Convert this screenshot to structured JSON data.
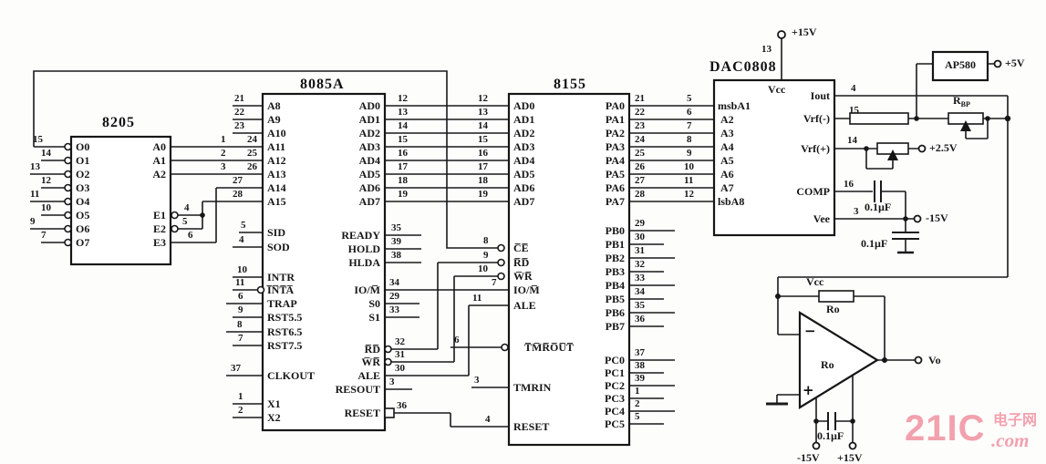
{
  "u8205": {
    "title": "8205",
    "o": [
      {
        "n": "15",
        "l": "O0"
      },
      {
        "n": "14",
        "l": "O1"
      },
      {
        "n": "13",
        "l": "O2"
      },
      {
        "n": "12",
        "l": "O3"
      },
      {
        "n": "11",
        "l": "O4"
      },
      {
        "n": "10",
        "l": "O5"
      },
      {
        "n": "9",
        "l": "O6"
      },
      {
        "n": "7",
        "l": "O7"
      }
    ],
    "a": [
      {
        "n": "1",
        "l": "A0"
      },
      {
        "n": "2",
        "l": "A1"
      },
      {
        "n": "3",
        "l": "A2"
      }
    ],
    "e": [
      {
        "n": "4",
        "l": "E1"
      },
      {
        "n": "5",
        "l": "E2"
      },
      {
        "n": "6",
        "l": "E3"
      }
    ]
  },
  "u8085": {
    "title": "8085A",
    "al": [
      {
        "n": "21",
        "l": "A8"
      },
      {
        "n": "22",
        "l": "A9"
      },
      {
        "n": "23",
        "l": "A10"
      },
      {
        "n": "24",
        "l": "A11"
      },
      {
        "n": "25",
        "l": "A12"
      },
      {
        "n": "26",
        "l": "A13"
      },
      {
        "n": "27",
        "l": "A14"
      },
      {
        "n": "28",
        "l": "A15"
      }
    ],
    "sid": {
      "n": "5",
      "l": "SID"
    },
    "sod": {
      "n": "4",
      "l": "SOD"
    },
    "ints": [
      {
        "n": "10",
        "l": "INTR"
      },
      {
        "n": "11",
        "l": "I̅N̅T̅A̅"
      },
      {
        "n": "6",
        "l": "TRAP"
      },
      {
        "n": "9",
        "l": "RST5.5"
      },
      {
        "n": "8",
        "l": "RST6.5"
      },
      {
        "n": "7",
        "l": "RST7.5"
      }
    ],
    "clkout": {
      "n": "37",
      "l": "CLKOUT"
    },
    "x": [
      {
        "n": "1",
        "l": "X1"
      },
      {
        "n": "2",
        "l": "X2"
      }
    ],
    "ad": [
      "AD0",
      "AD1",
      "AD2",
      "AD3",
      "AD4",
      "AD5",
      "AD6",
      "AD7"
    ],
    "hold": [
      {
        "n": "35",
        "l": "READY"
      },
      {
        "n": "39",
        "l": "HOLD"
      },
      {
        "n": "38",
        "l": "HLDA"
      }
    ],
    "iom": {
      "n": "34",
      "l": "IO/M̅"
    },
    "s": [
      {
        "n": "29",
        "l": "S0"
      },
      {
        "n": "33",
        "l": "S1"
      }
    ],
    "ctr": [
      {
        "n": "32",
        "l": "R̅D̅"
      },
      {
        "n": "31",
        "l": "W̅R̅"
      },
      {
        "n": "30",
        "l": "ALE"
      },
      {
        "n": "3",
        "l": "RESOUT"
      },
      {
        "n": "36",
        "l": "RESET"
      }
    ]
  },
  "bus": {
    "l": [
      "12",
      "13",
      "14",
      "15",
      "16",
      "17",
      "18",
      "19"
    ],
    "r": [
      "12",
      "13",
      "14",
      "15",
      "16",
      "17",
      "18",
      "19"
    ]
  },
  "u8155": {
    "title": "8155",
    "ad": [
      "AD0",
      "AD1",
      "AD2",
      "AD3",
      "AD4",
      "AD5",
      "AD6",
      "AD7"
    ],
    "ctl": [
      {
        "n": "8",
        "l": "C̅E̅"
      },
      {
        "n": "9",
        "l": "R̅D̅"
      },
      {
        "n": "10",
        "l": "W̅R̅"
      },
      {
        "n": "7",
        "l": "IO/M̅"
      },
      {
        "n": "11",
        "l": "ALE"
      },
      {
        "n": "6",
        "l": "T̅M̅R̅O̅U̅T̅"
      },
      {
        "n": "3",
        "l": "TMRIN"
      },
      {
        "n": "4",
        "l": "RESET"
      }
    ],
    "pa": [
      {
        "n": "21",
        "l": "PA0",
        "d": "5"
      },
      {
        "n": "22",
        "l": "PA1",
        "d": "6"
      },
      {
        "n": "23",
        "l": "PA2",
        "d": "7"
      },
      {
        "n": "24",
        "l": "PA3",
        "d": "8"
      },
      {
        "n": "25",
        "l": "PA4",
        "d": "9"
      },
      {
        "n": "26",
        "l": "PA5",
        "d": "10"
      },
      {
        "n": "27",
        "l": "PA6",
        "d": "11"
      },
      {
        "n": "28",
        "l": "PA7",
        "d": "12"
      }
    ],
    "pb": [
      {
        "n": "29",
        "l": "PB0"
      },
      {
        "n": "30",
        "l": "PB1"
      },
      {
        "n": "31",
        "l": "PB2"
      },
      {
        "n": "32",
        "l": "PB3"
      },
      {
        "n": "33",
        "l": "PB4"
      },
      {
        "n": "34",
        "l": "PB5"
      },
      {
        "n": "35",
        "l": "PB6"
      },
      {
        "n": "36",
        "l": "PB7"
      }
    ],
    "pc": [
      {
        "n": "37",
        "l": "PC0"
      },
      {
        "n": "38",
        "l": "PC1"
      },
      {
        "n": "39",
        "l": "PC2"
      },
      {
        "n": "1",
        "l": "PC3"
      },
      {
        "n": "2",
        "l": "PC4"
      },
      {
        "n": "5",
        "l": "PC5"
      }
    ]
  },
  "dac": {
    "title": "DAC0808",
    "vcc": "Vcc",
    "vcc_pin": "13",
    "in": [
      "msbA1",
      "A2",
      "A3",
      "A4",
      "A5",
      "A6",
      "A7",
      "lsbA8"
    ],
    "right": [
      {
        "n": "4",
        "l": "Iout"
      },
      {
        "n": "15",
        "l": "Vrf(-)"
      },
      {
        "n": "14",
        "l": "Vrf(+)"
      },
      {
        "n": "16",
        "l": "COMP"
      },
      {
        "n": "3",
        "l": "Vee"
      }
    ]
  },
  "pwr": {
    "p15_top": "+15V"
  },
  "ref": {
    "chip": "AP580",
    "p5": "+5V",
    "rbp_base": "R",
    "rbp_sub": "BP",
    "p25": "+2.5V",
    "cap_comp": "0.1µF",
    "n15": "-15V",
    "cap_vee": "0.1µF"
  },
  "opamp": {
    "fb_top": "Vcc",
    "fb_res": "Ro",
    "inner": "Ro",
    "minus": "−",
    "plus": "+",
    "vo": "Vo",
    "cap": "0.1µF",
    "n15": "-15V",
    "p15": "+15V"
  },
  "watermark": {
    "big": "21IC",
    "cn": "电子网",
    "com": ".com",
    "color": "#f2a1ad"
  }
}
